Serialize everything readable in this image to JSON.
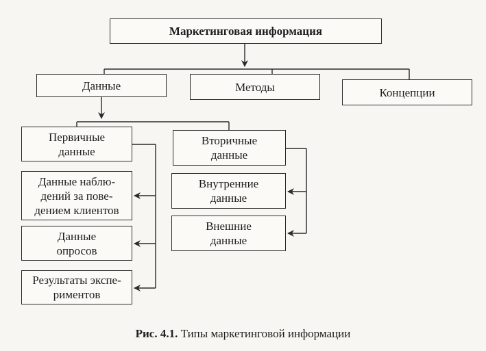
{
  "title": "Маркетинговая информация",
  "level1": {
    "data": "Данные",
    "methods": "Методы",
    "concepts": "Концепции"
  },
  "primary": {
    "label": "Первичные\nданные",
    "items": [
      "Данные наблю-\nдений за пове-\nдением клиентов",
      "Данные\nопросов",
      "Результаты экспе-\nриментов"
    ]
  },
  "secondary": {
    "label": "Вторичные\nданные",
    "items": [
      "Внутренние\nданные",
      "Внешние\nданные"
    ]
  },
  "caption": {
    "figure": "Рис. 4.1.",
    "text": "Типы маркетинговой информации"
  },
  "colors": {
    "line": "#2a2a2a",
    "paper": "#f7f6f2"
  }
}
